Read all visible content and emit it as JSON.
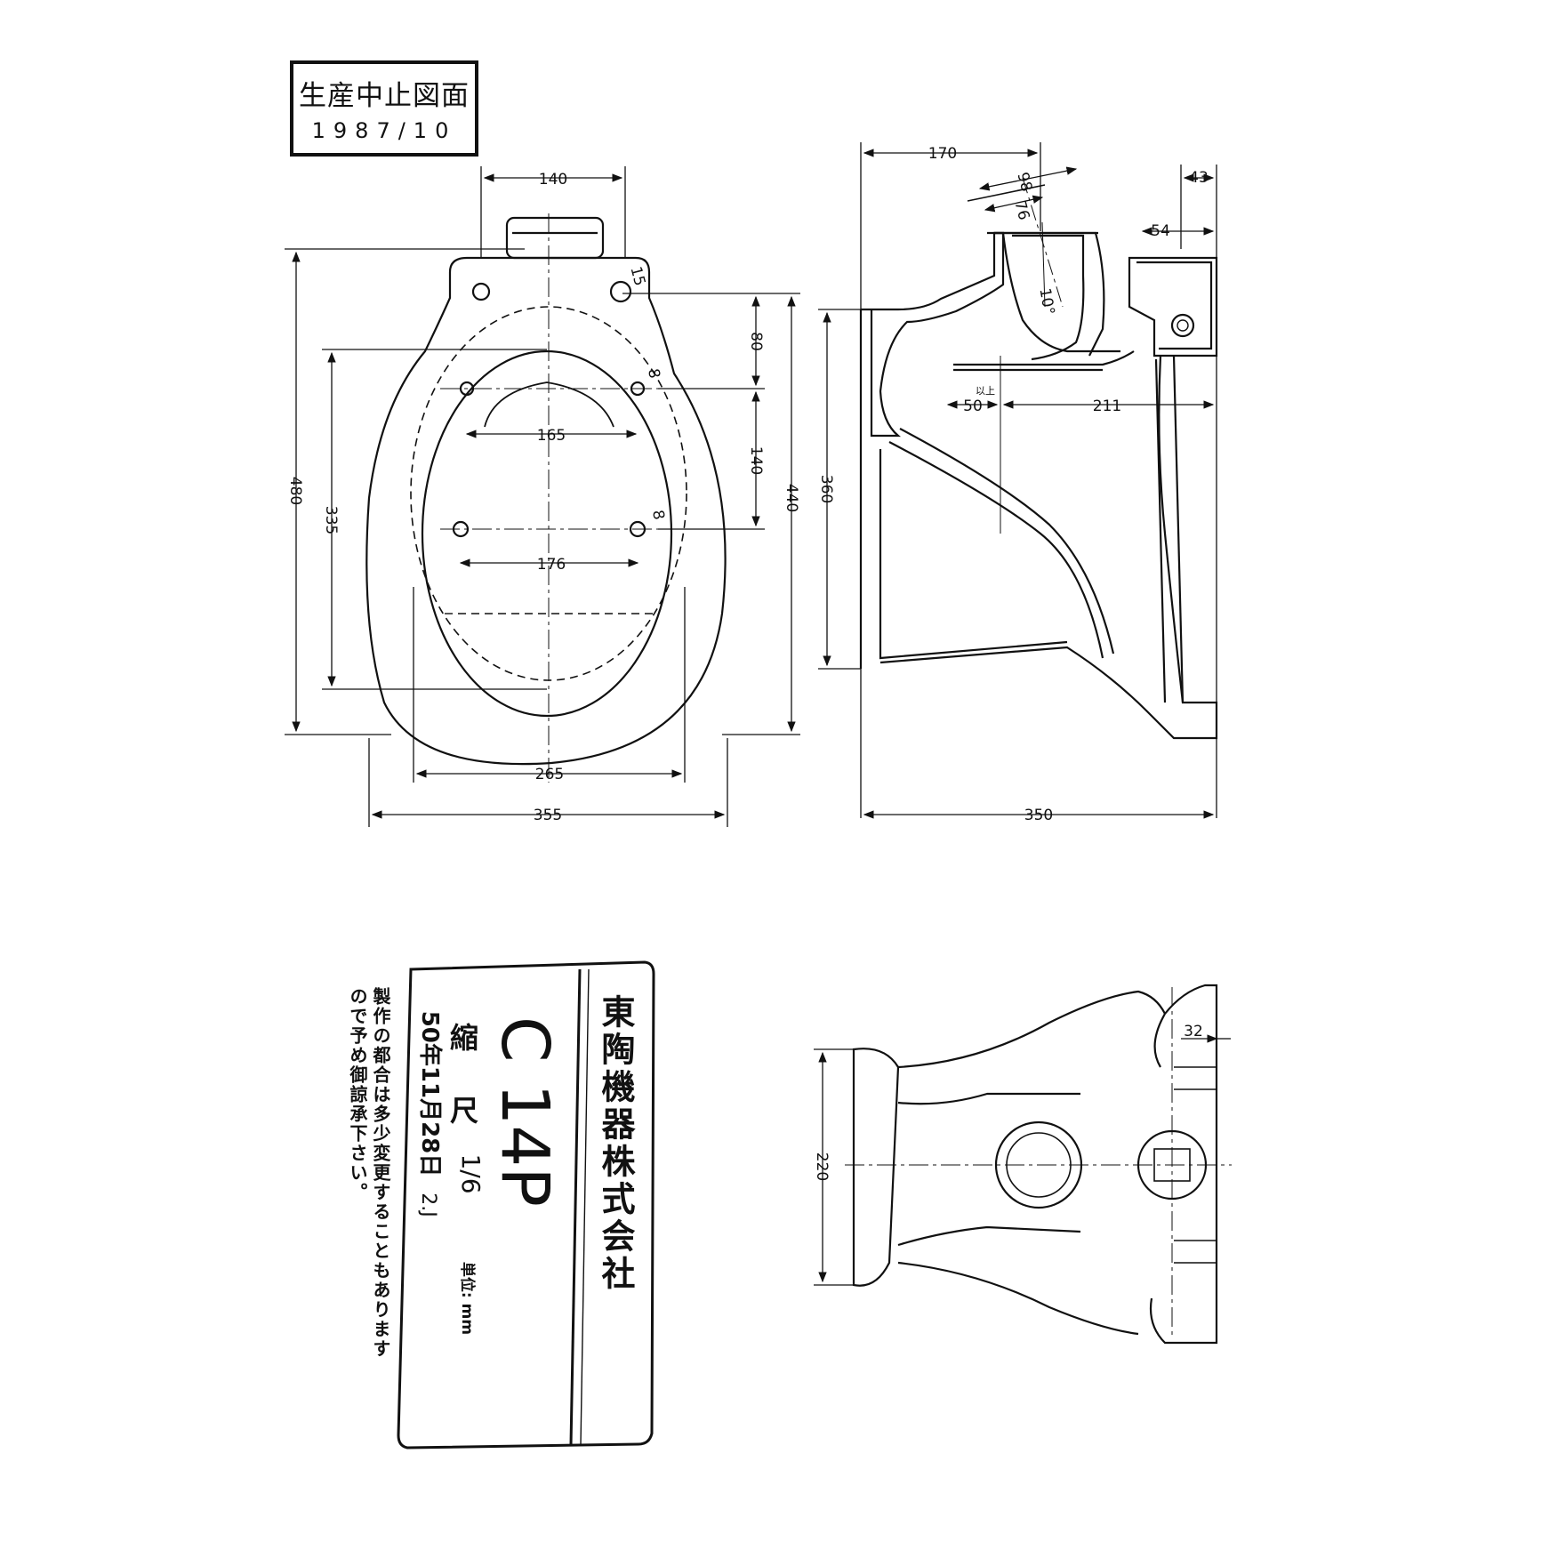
{
  "stamp": {
    "title": "生産中止図面",
    "date": "1987/10"
  },
  "top_view": {
    "dims": {
      "d140_top": "140",
      "d15": "15",
      "d165": "165",
      "d176": "176",
      "d8a": "8",
      "d8b": "8",
      "d480": "480",
      "d335": "335",
      "d80": "80",
      "d140_right": "140",
      "d440": "440",
      "d265": "265",
      "d355": "355"
    }
  },
  "side_view": {
    "dims": {
      "d170": "170",
      "d98": "98",
      "d76": "76",
      "d43": "43",
      "d54": "54",
      "d10deg": "10°",
      "d50": "50",
      "d50note": "以上",
      "d211": "211",
      "d360": "360",
      "d350": "350"
    }
  },
  "rear_view": {
    "dims": {
      "d32": "32",
      "d220": "220"
    }
  },
  "title_block": {
    "company": "東陶機器株式会社",
    "model": "C 14P",
    "scale_label": "縮 尺",
    "scale_value": "1/6",
    "unit": "単位: mm",
    "date": "50年11月28日",
    "drafter": "2.J"
  },
  "note": {
    "line1": "製作の都合は多少変更することもあります",
    "line2": "ので予め御諒承下さい。"
  }
}
